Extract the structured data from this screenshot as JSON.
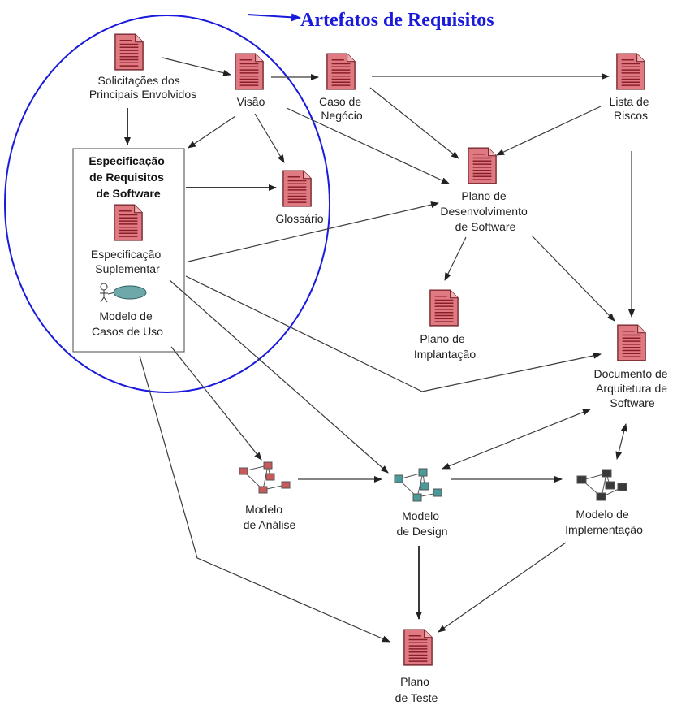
{
  "title": "Artefatos de Requisitos",
  "colors": {
    "highlight": "#1a1adc",
    "doc_fill": "#e07a82",
    "doc_line": "#8a1e28",
    "model_red": "#c85a5a",
    "model_teal": "#4a9a9a",
    "model_dark": "#3a3a3a",
    "actor": "#6fa8a8"
  },
  "nodes": {
    "solicitacoes": [
      "Solicitações dos",
      "Principais Envolvidos"
    ],
    "visao": [
      "Visão"
    ],
    "caso_negocio": [
      "Caso de",
      "Negócio"
    ],
    "lista_riscos": [
      "Lista de",
      "Riscos"
    ],
    "especificacao": [
      "Especificação",
      "de Requisitos",
      "de Software"
    ],
    "glossario": [
      "Glossário"
    ],
    "plano_desenvolvimento": [
      "Plano de",
      "Desenvolvimento",
      "de Software"
    ],
    "especificacao_suplementar": [
      "Especificação",
      "Suplementar"
    ],
    "modelo_casos_uso": [
      "Modelo de",
      "Casos de Uso"
    ],
    "plano_implantacao": [
      "Plano de",
      "Implantação"
    ],
    "documento_arquitetura": [
      "Documento de",
      "Arquitetura de",
      "Software"
    ],
    "modelo_analise": [
      "Modelo",
      "de Análise"
    ],
    "modelo_design": [
      "Modelo",
      "de Design"
    ],
    "modelo_implementacao": [
      "Modelo de",
      "Implementação"
    ],
    "plano_teste": [
      "Plano",
      "de Teste"
    ]
  }
}
